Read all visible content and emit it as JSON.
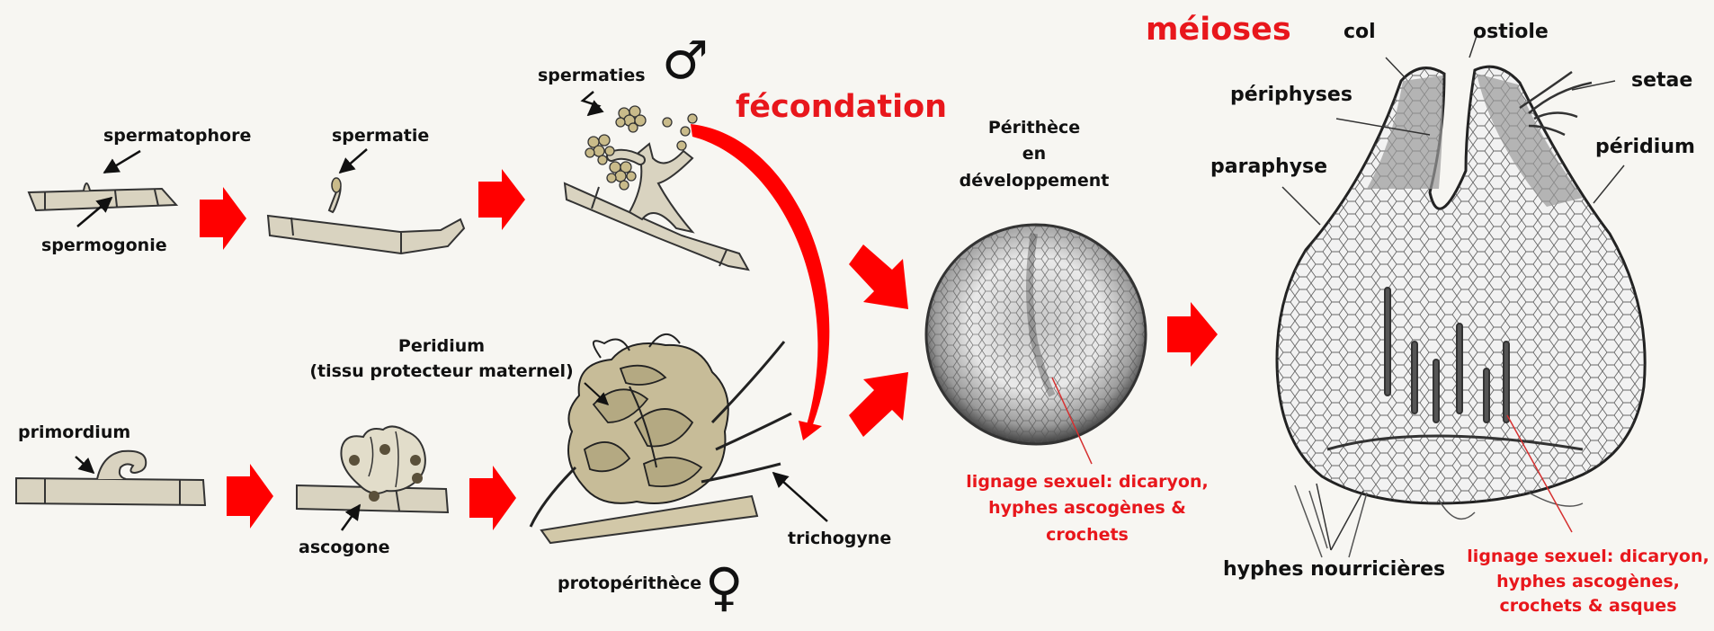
{
  "labels": {
    "spermatophore": "spermatophore",
    "spermogonie": "spermogonie",
    "spermatie": "spermatie",
    "spermaties": "spermaties",
    "fecondation": "fécondation",
    "meioses": "méioses",
    "perithece_dev": "Périthèce\nen\ndéveloppement",
    "lignage1": "lignage sexuel: dicaryon,\nhyphes ascogènes &\ncrochets",
    "lignage2": "lignage sexuel: dicaryon,\nhyphes ascogènes,\ncrochets & asques",
    "col": "col",
    "ostiole": "ostiole",
    "periphyses": "périphyses",
    "setae": "setae",
    "paraphyse": "paraphyse",
    "peridium_right": "péridium",
    "hyphes_nourricieres": "hyphes nourricières",
    "primordium": "primordium",
    "ascogone": "ascogone",
    "peridium_mid": "Peridium\n(tissu protecteur maternel)",
    "trichogyne": "trichogyne",
    "protoperithece": "protopérithèce"
  },
  "symbols": {
    "male": "♂",
    "female": "♀"
  },
  "colors": {
    "arrow_red": "#ff0000",
    "label_red": "#e8171c",
    "hypha_fill": "#d9d3c0",
    "hypha_stroke": "#333333",
    "background": "#f7f6f2"
  }
}
